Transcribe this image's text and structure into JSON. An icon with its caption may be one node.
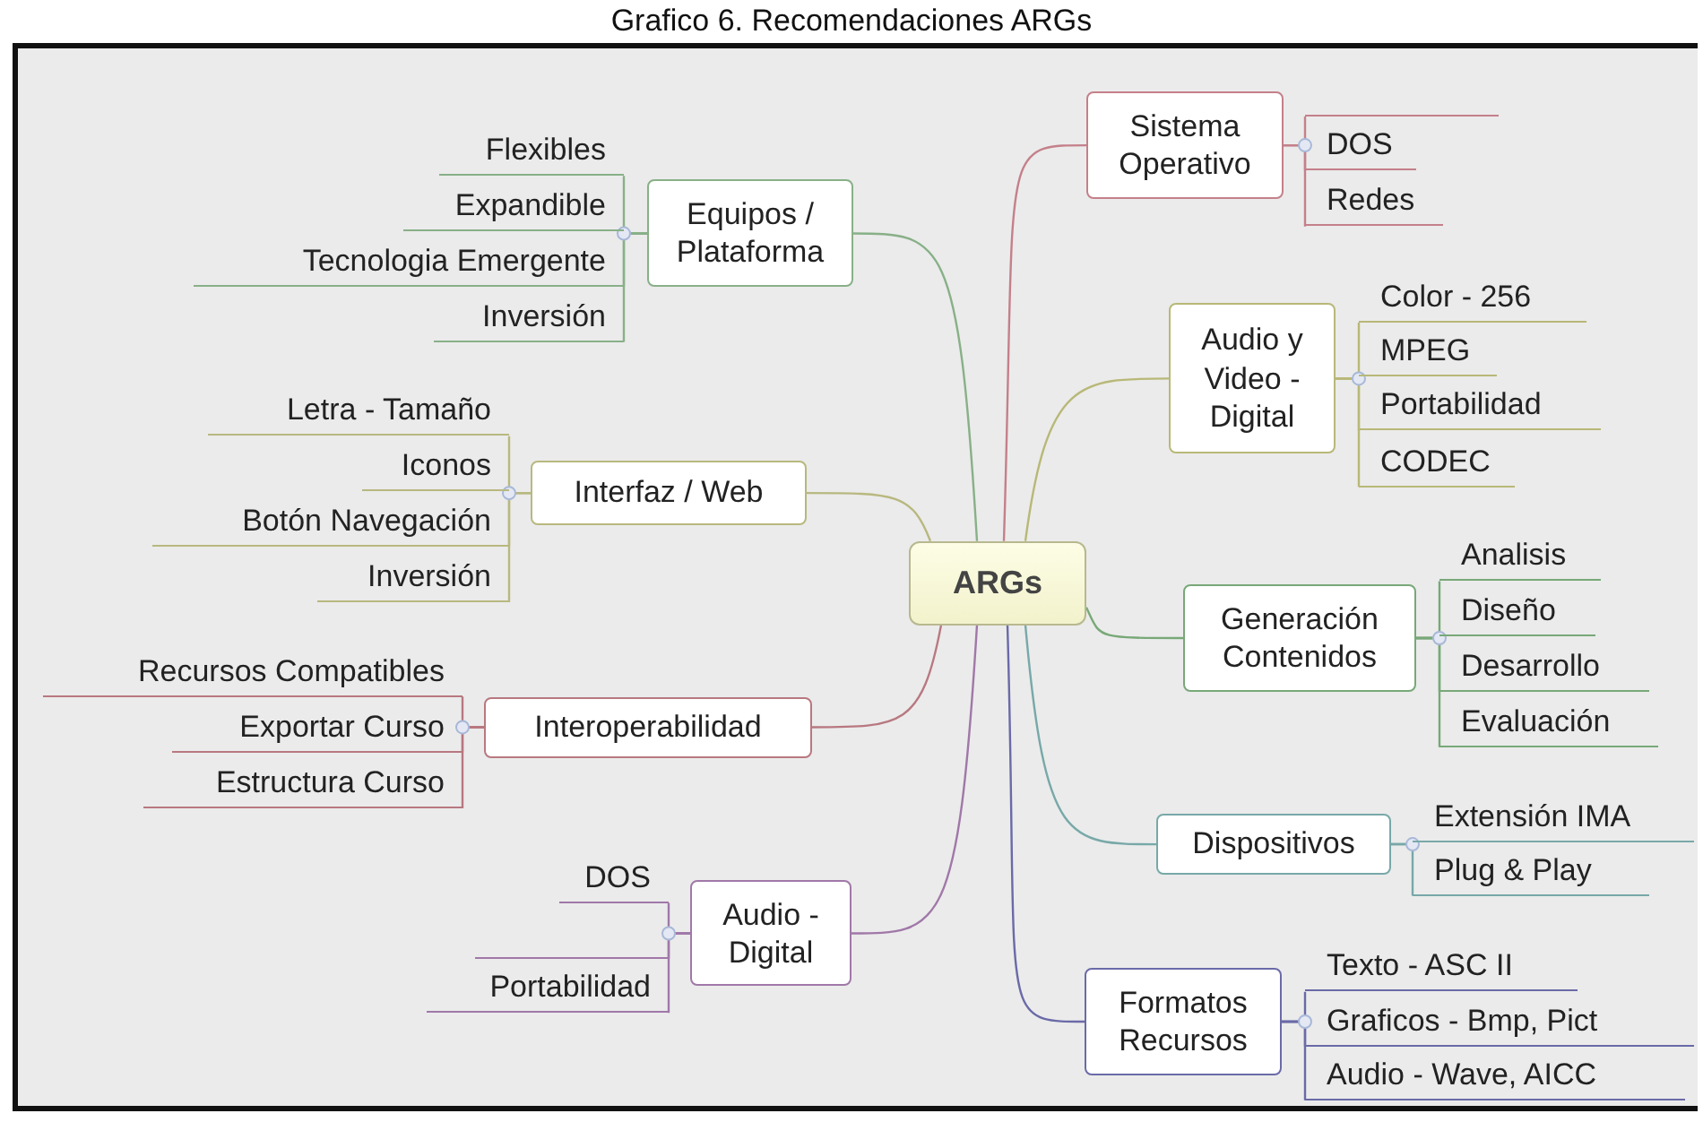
{
  "diagram": {
    "title": "Grafico 6. Recomendaciones ARGs",
    "nodes": [
      {
        "text": [
          "ARGs"
        ]
      },
      {
        "text": [
          "Sistema Operativo"
        ]
      },
      {
        "text": [],
        "shape": "box"
      },
      {
        "text": [
          "DOS"
        ]
      },
      {
        "text": [
          "Redes"
        ]
      },
      {
        "text": [
          "Audio y Video - Digital"
        ]
      },
      {
        "text": [
          "Color - 256"
        ]
      },
      {
        "text": [
          "MPEG"
        ]
      },
      {
        "text": [
          "Portabilidad"
        ]
      },
      {
        "text": [
          "CODEC"
        ]
      },
      {
        "text": [
          "Generación Contenidos"
        ]
      },
      {
        "text": [
          "Analisis"
        ]
      },
      {
        "text": [
          "Diseño"
        ]
      },
      {
        "text": [
          "Desarrollo"
        ]
      },
      {
        "text": [
          "Evaluación"
        ]
      },
      {
        "text": [
          "Dispositivos"
        ]
      },
      {
        "text": [
          "Extensión IMA"
        ]
      },
      {
        "text": [
          "Plug & Play"
        ]
      },
      {
        "text": [
          "Formatos Recursos"
        ]
      },
      {
        "text": [
          "Texto - ASC II"
        ]
      },
      {
        "text": [
          "Graficos - Bmp, Pict"
        ]
      },
      {
        "text": [
          "Audio - Wave, AICC"
        ]
      },
      {
        "text": [
          "Equipos / Plataforma"
        ]
      },
      {
        "text": [
          "Flexibles"
        ]
      },
      {
        "text": [
          "Expandible"
        ]
      },
      {
        "text": [
          "Tecnologia Emergente"
        ]
      },
      {
        "text": [
          "Inversión"
        ]
      },
      {
        "text": [
          "Interfaz / Web"
        ]
      },
      {
        "text": [
          "Letra - Tamaño"
        ]
      },
      {
        "text": [
          "Iconos"
        ]
      },
      {
        "text": [
          "Botón Navegación"
        ]
      },
      {
        "text": [
          "Inversión"
        ]
      },
      {
        "text": [
          "Interoperabilidad"
        ]
      },
      {
        "text": [
          "Recursos Compatibles"
        ]
      },
      {
        "text": [
          "Exportar Curso"
        ]
      },
      {
        "text": [
          "Estructura Curso"
        ]
      },
      {
        "text": [
          "Audio - Digital"
        ]
      },
      {
        "text": [
          "DOS"
        ]
      },
      {
        "text": [],
        "shape": "box"
      },
      {
        "text": [
          "Portabilidad"
        ]
      }
    ],
    "edges": [
      {
        "from": 0,
        "to": 1,
        "arrow": "none",
        "color": "#c4808a"
      },
      {
        "from": 1,
        "to": 2,
        "arrow": "none",
        "color": "#c4808a"
      },
      {
        "from": 1,
        "to": 3,
        "arrow": "none",
        "color": "#c4808a"
      },
      {
        "from": 1,
        "to": 4,
        "arrow": "none",
        "color": "#c4808a"
      },
      {
        "from": 0,
        "to": 5,
        "arrow": "none",
        "color": "#b8b878"
      },
      {
        "from": 5,
        "to": 6,
        "arrow": "none",
        "color": "#b8b878"
      },
      {
        "from": 5,
        "to": 7,
        "arrow": "none",
        "color": "#b8b878"
      },
      {
        "from": 5,
        "to": 8,
        "arrow": "none",
        "color": "#b8b878"
      },
      {
        "from": 5,
        "to": 9,
        "arrow": "none",
        "color": "#b8b878"
      },
      {
        "from": 0,
        "to": 10,
        "arrow": "none",
        "color": "#78a878"
      },
      {
        "from": 10,
        "to": 11,
        "arrow": "none",
        "color": "#78a878"
      },
      {
        "from": 10,
        "to": 12,
        "arrow": "none",
        "color": "#78a878"
      },
      {
        "from": 10,
        "to": 13,
        "arrow": "none",
        "color": "#78a878"
      },
      {
        "from": 10,
        "to": 14,
        "arrow": "none",
        "color": "#78a878"
      },
      {
        "from": 0,
        "to": 15,
        "arrow": "none",
        "color": "#78a8a8"
      },
      {
        "from": 15,
        "to": 16,
        "arrow": "none",
        "color": "#78a8a8"
      },
      {
        "from": 15,
        "to": 17,
        "arrow": "none",
        "color": "#78a8a8"
      },
      {
        "from": 0,
        "to": 18,
        "arrow": "none",
        "color": "#6a6aa8"
      },
      {
        "from": 18,
        "to": 19,
        "arrow": "none",
        "color": "#6a6aa8"
      },
      {
        "from": 18,
        "to": 20,
        "arrow": "none",
        "color": "#6a6aa8"
      },
      {
        "from": 18,
        "to": 21,
        "arrow": "none",
        "color": "#6a6aa8"
      },
      {
        "from": 0,
        "to": 22,
        "arrow": "none",
        "color": "#88b088"
      },
      {
        "from": 22,
        "to": 23,
        "arrow": "none",
        "color": "#88b088"
      },
      {
        "from": 22,
        "to": 24,
        "arrow": "none",
        "color": "#88b088"
      },
      {
        "from": 22,
        "to": 25,
        "arrow": "none",
        "color": "#88b088"
      },
      {
        "from": 22,
        "to": 26,
        "arrow": "none",
        "color": "#88b088"
      },
      {
        "from": 0,
        "to": 27,
        "arrow": "none",
        "color": "#b8b880"
      },
      {
        "from": 27,
        "to": 28,
        "arrow": "none",
        "color": "#b8b880"
      },
      {
        "from": 27,
        "to": 29,
        "arrow": "none",
        "color": "#b8b880"
      },
      {
        "from": 27,
        "to": 30,
        "arrow": "none",
        "color": "#b8b880"
      },
      {
        "from": 27,
        "to": 31,
        "arrow": "none",
        "color": "#b8b880"
      },
      {
        "from": 0,
        "to": 32,
        "arrow": "none",
        "color": "#b87880"
      },
      {
        "from": 32,
        "to": 33,
        "arrow": "none",
        "color": "#b87880"
      },
      {
        "from": 32,
        "to": 34,
        "arrow": "none",
        "color": "#b87880"
      },
      {
        "from": 32,
        "to": 35,
        "arrow": "none",
        "color": "#b87880"
      },
      {
        "from": 0,
        "to": 36,
        "arrow": "none",
        "color": "#a078a8"
      },
      {
        "from": 36,
        "to": 37,
        "arrow": "none",
        "color": "#a078a8"
      },
      {
        "from": 36,
        "to": 38,
        "arrow": "none",
        "color": "#a078a8"
      },
      {
        "from": 36,
        "to": 39,
        "arrow": "none",
        "color": "#a078a8"
      }
    ]
  }
}
